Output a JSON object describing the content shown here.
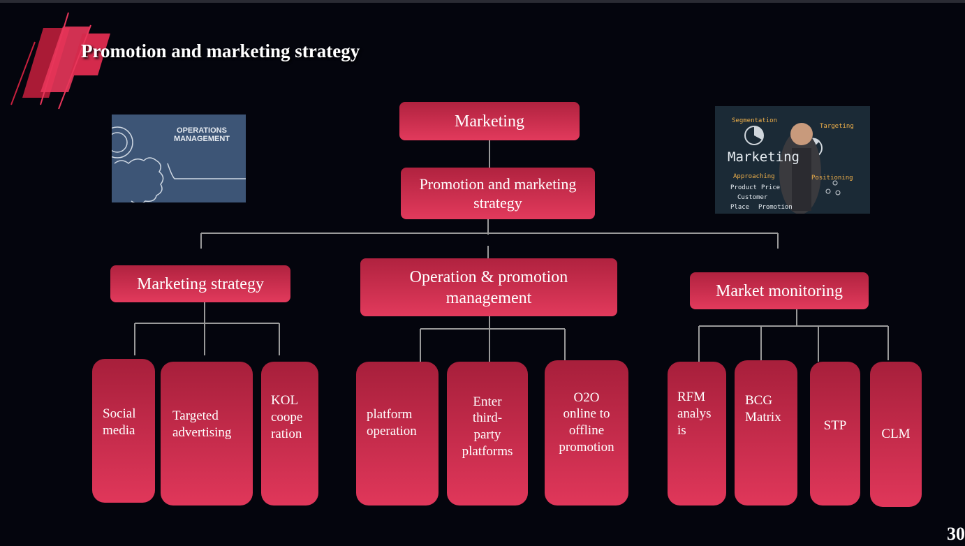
{
  "slide": {
    "title": "Promotion and marketing strategy",
    "page_number": "30"
  },
  "images": {
    "operations": {
      "caption_line1": "OPERATIONS",
      "caption_line2": "MANAGEMENT"
    },
    "marketing": {
      "word": "Marketing",
      "labels": [
        "Segmentation",
        "Targeting",
        "Approaching",
        "Positioning",
        "Product",
        "Price",
        "Customer",
        "Place",
        "Promotion"
      ]
    }
  },
  "diagram": {
    "root": "Marketing",
    "sub_root": {
      "line1": "Promotion and marketing",
      "line2": "strategy"
    },
    "branches": [
      {
        "label": "Marketing strategy",
        "leaves": [
          {
            "lines": [
              "Social",
              "media"
            ]
          },
          {
            "lines": [
              "Targeted",
              "advertising"
            ]
          },
          {
            "lines": [
              "KOL",
              "coope",
              "ration"
            ]
          }
        ]
      },
      {
        "label_line1": "Operation & promotion",
        "label_line2": "management",
        "leaves": [
          {
            "lines": [
              "platform",
              "operation"
            ]
          },
          {
            "lines": [
              "Enter",
              "third-",
              "party",
              "platforms"
            ]
          },
          {
            "lines": [
              "O2O",
              "online to",
              "offline",
              "promotion"
            ]
          }
        ]
      },
      {
        "label": "Market monitoring",
        "leaves": [
          {
            "lines": [
              "RFM",
              "analys",
              "is"
            ]
          },
          {
            "lines": [
              "BCG",
              "Matrix"
            ]
          },
          {
            "lines": [
              "STP"
            ]
          },
          {
            "lines": [
              "CLM"
            ]
          }
        ]
      }
    ]
  },
  "colors": {
    "background": "#04050d",
    "box_gradient_top": "#b0223f",
    "box_gradient_bottom": "#e23a5c",
    "connector": "#9a9a9a"
  }
}
